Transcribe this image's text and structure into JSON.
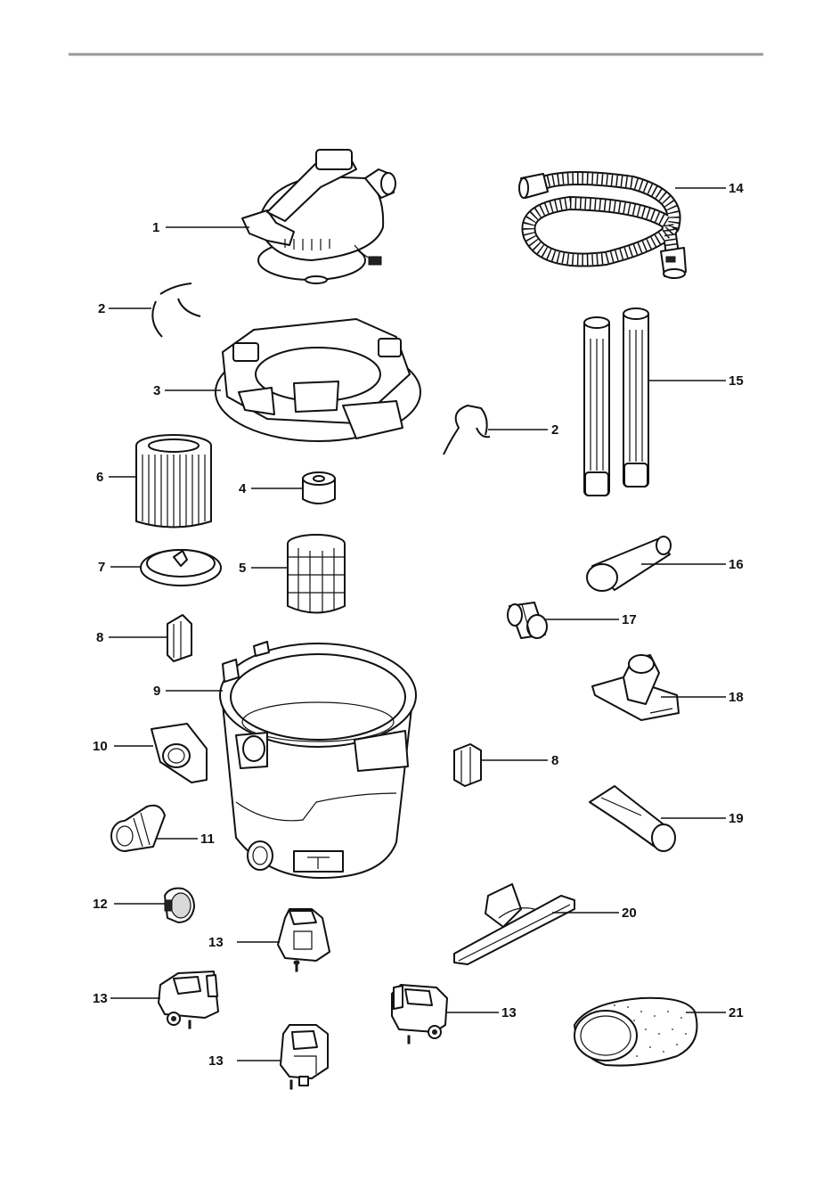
{
  "callouts": {
    "c1": "1",
    "c2a": "2",
    "c2b": "2",
    "c3": "3",
    "c4": "4",
    "c5": "5",
    "c6": "6",
    "c7": "7",
    "c8a": "8",
    "c8b": "8",
    "c9": "9",
    "c10": "10",
    "c11": "11",
    "c12": "12",
    "c13a": "13",
    "c13b": "13",
    "c13c": "13",
    "c13d": "13",
    "c14": "14",
    "c15": "15",
    "c16": "16",
    "c17": "17",
    "c18": "18",
    "c19": "19",
    "c20": "20",
    "c21": "21"
  },
  "colors": {
    "line": "#111111",
    "rule": "#999999",
    "background": "#ffffff"
  },
  "icons": [
    "motor-head",
    "hose",
    "wire-clip",
    "lid",
    "extension-wand",
    "filter-nut",
    "float-cage",
    "cartridge-filter",
    "filter-lid",
    "tool-holder",
    "drum",
    "hose-door",
    "elbow-fitting",
    "drain-cap",
    "caster-foot",
    "utility-nozzle",
    "hose-coupler",
    "car-nozzle",
    "claw-nozzle",
    "floor-nozzle",
    "dust-bag"
  ]
}
